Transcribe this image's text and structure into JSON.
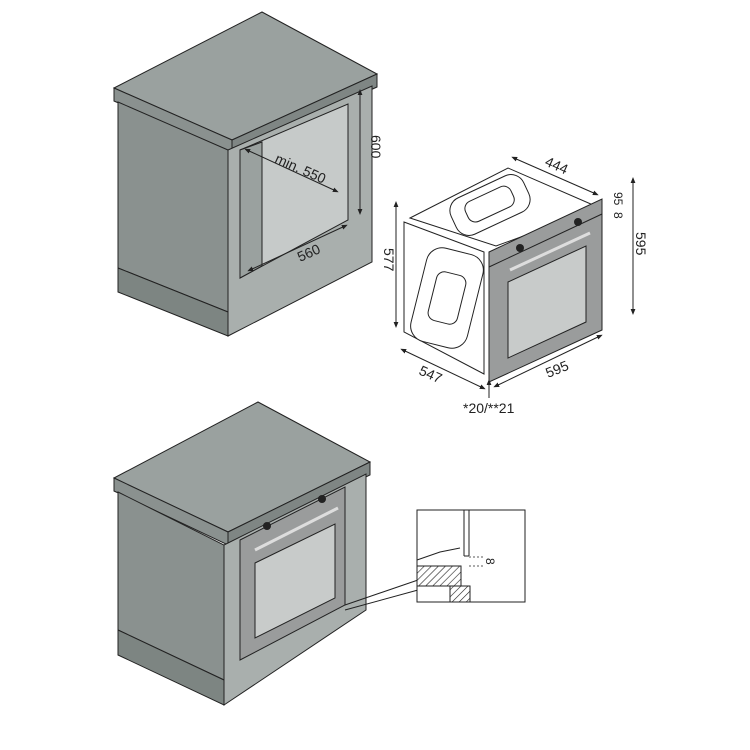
{
  "cabinet_opening": {
    "depth_label": "min. 550",
    "height_label": "600",
    "width_label": "560"
  },
  "oven": {
    "depth_top_label": "444",
    "panel_label_a": "95",
    "panel_label_b": "8",
    "height_label": "595",
    "side_height_label": "577",
    "depth_label": "547",
    "width_label": "595",
    "offset_label": "*20/**21"
  },
  "detail": {
    "gap_label": "8"
  },
  "colors": {
    "cabinet_top": "#9aa19f",
    "cabinet_side": "#7d8582",
    "cabinet_front": "#a9afad",
    "oven_glass": "#c8cbca",
    "oven_panel": "#9a9c9c"
  }
}
